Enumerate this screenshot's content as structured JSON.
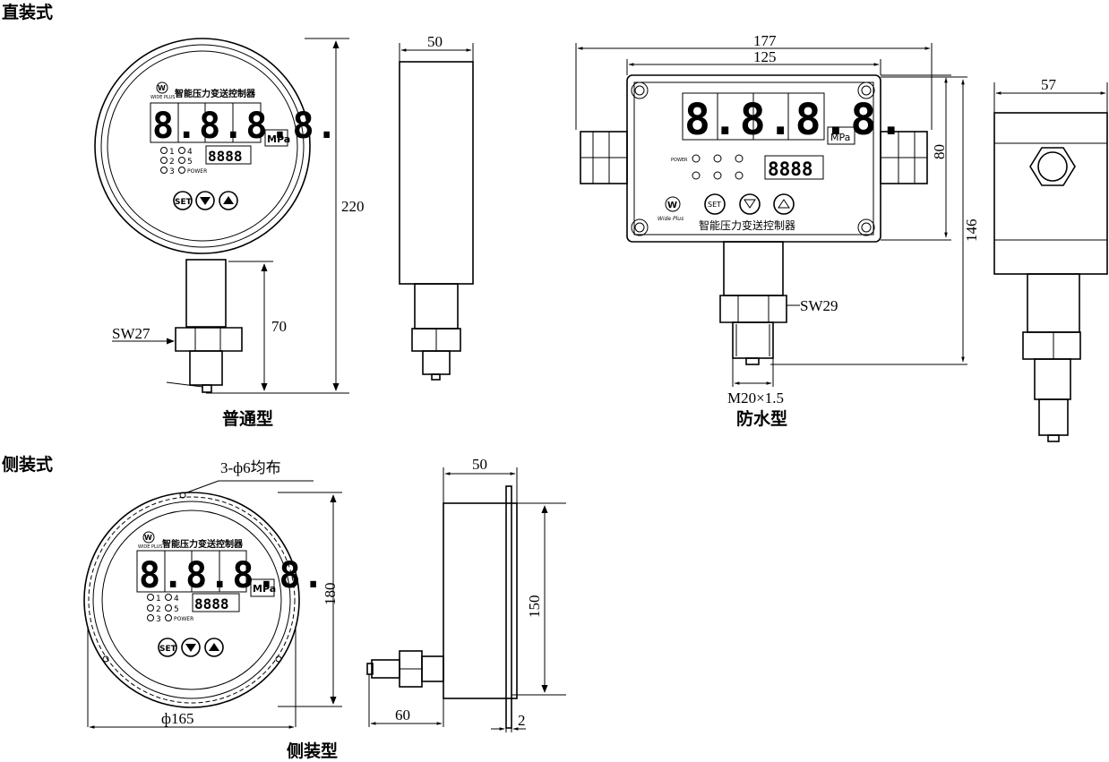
{
  "sections": {
    "direct_mount": "直装式",
    "side_mount": "侧装式"
  },
  "captions": {
    "normal": "普通型",
    "waterproof": "防水型",
    "side": "侧装型"
  },
  "brand": {
    "name_cn": "智能压力变送控制器",
    "name_en": "WIDE PLUS",
    "script_name": "Wide Plus"
  },
  "display": {
    "main_digits": "8.8.8.8.",
    "sub_digits": "8888",
    "unit": "MPa",
    "indicators": [
      "1",
      "2",
      "3",
      "4",
      "5",
      "POWER"
    ],
    "buttons": [
      "SET",
      "▼",
      "▲"
    ]
  },
  "dimensions": {
    "normal_height": "220",
    "normal_stem": "70",
    "normal_wrench": "SW27",
    "normal_depth": "50",
    "wp_width_outer": "177",
    "wp_width_inner": "125",
    "wp_height_box": "80",
    "wp_total_height": "146",
    "wp_wrench": "SW29",
    "wp_thread": "M20×1.5",
    "wp_depth": "57",
    "side_holes": "3-ф6均布",
    "side_height": "180",
    "side_diameter": "ф165",
    "side_depth": "50",
    "side_panel": "150",
    "side_stem": "60",
    "side_thickness": "2"
  }
}
